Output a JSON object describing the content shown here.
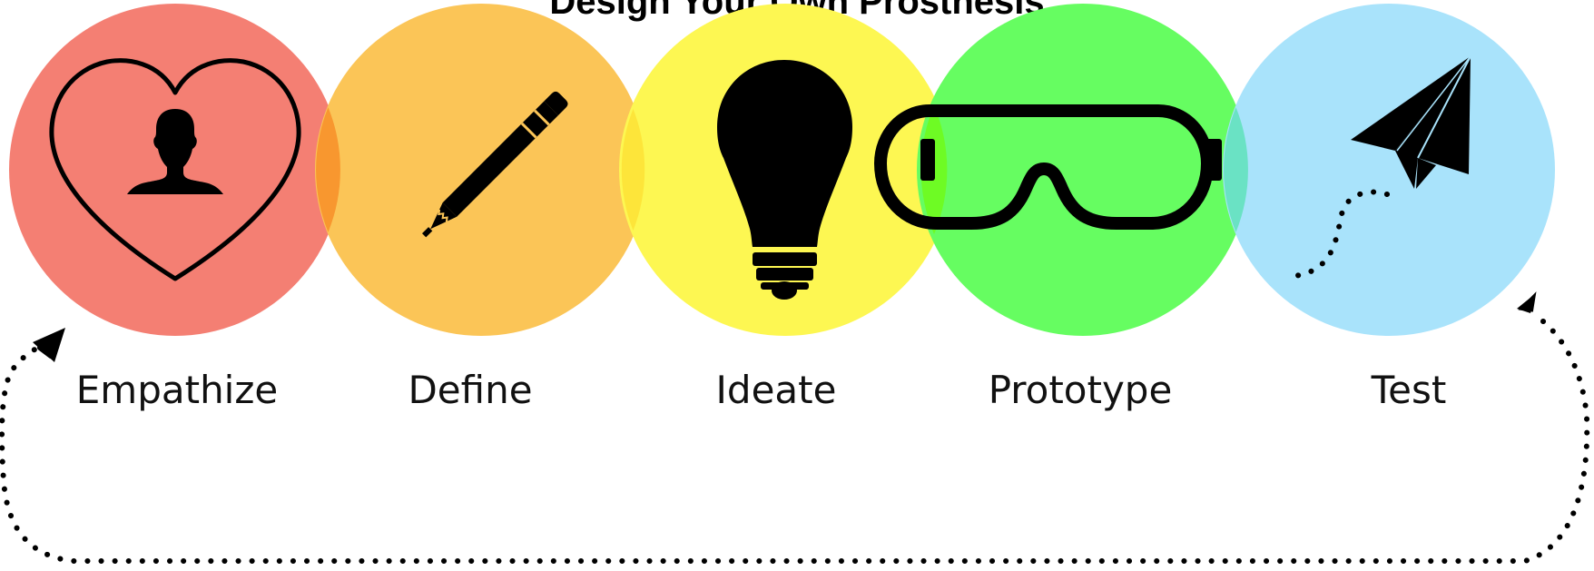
{
  "title": "Design Your Own Prosthesis",
  "stages": [
    {
      "label": "Empathize",
      "icon": "heart-person-icon",
      "color": "#f47f73"
    },
    {
      "label": "Define",
      "icon": "pencil-icon",
      "color": "#fbc557"
    },
    {
      "label": "Ideate",
      "icon": "lightbulb-icon",
      "color": "#fdf752"
    },
    {
      "label": "Prototype",
      "icon": "goggles-icon",
      "color": "#66fd61"
    },
    {
      "label": "Test",
      "icon": "paper-plane-icon",
      "color": "#a9e3fb"
    }
  ],
  "colors": {
    "overlap_1": "#f8972f",
    "overlap_2": "#fde53a",
    "overlap_3": "#6efb24",
    "overlap_4": "#6ae2c4",
    "stroke": "#000000"
  }
}
